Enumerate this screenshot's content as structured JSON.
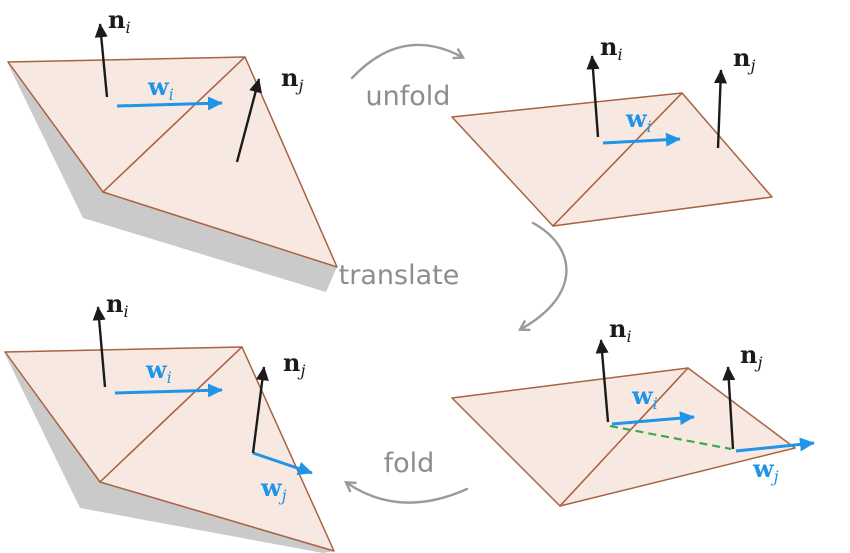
{
  "figure": {
    "kind": "mesh-hinge-fold-diagram",
    "steps": {
      "unfold": "unfold",
      "translate": "translate",
      "fold": "fold"
    },
    "labels": {
      "n_i": {
        "main": "n",
        "sub": "i"
      },
      "n_j": {
        "main": "n",
        "sub": "j"
      },
      "w_i": {
        "main": "w",
        "sub": "i"
      },
      "w_j": {
        "main": "w",
        "sub": "j"
      }
    },
    "panels": [
      {
        "position": "top-left",
        "vectors": [
          "n_i",
          "w_i",
          "n_j"
        ]
      },
      {
        "position": "top-right",
        "vectors": [
          "n_i",
          "n_j",
          "w_i"
        ]
      },
      {
        "position": "bottom-right",
        "vectors": [
          "n_i",
          "n_j",
          "w_i",
          "w_j"
        ]
      },
      {
        "position": "bottom-left",
        "vectors": [
          "n_i",
          "w_i",
          "n_j",
          "w_j"
        ]
      }
    ]
  },
  "colors": {
    "face_fill": "#f7e9e2",
    "face_stroke": "#a96242",
    "shadow_fill": "#cacaca",
    "normal_arrow": "#1b1b1b",
    "tangent_arrow": "#2094e8",
    "hinge_dashed": "#3cab50",
    "step_arrow": "#9a9a9a",
    "step_label": "#8d8d8d"
  }
}
